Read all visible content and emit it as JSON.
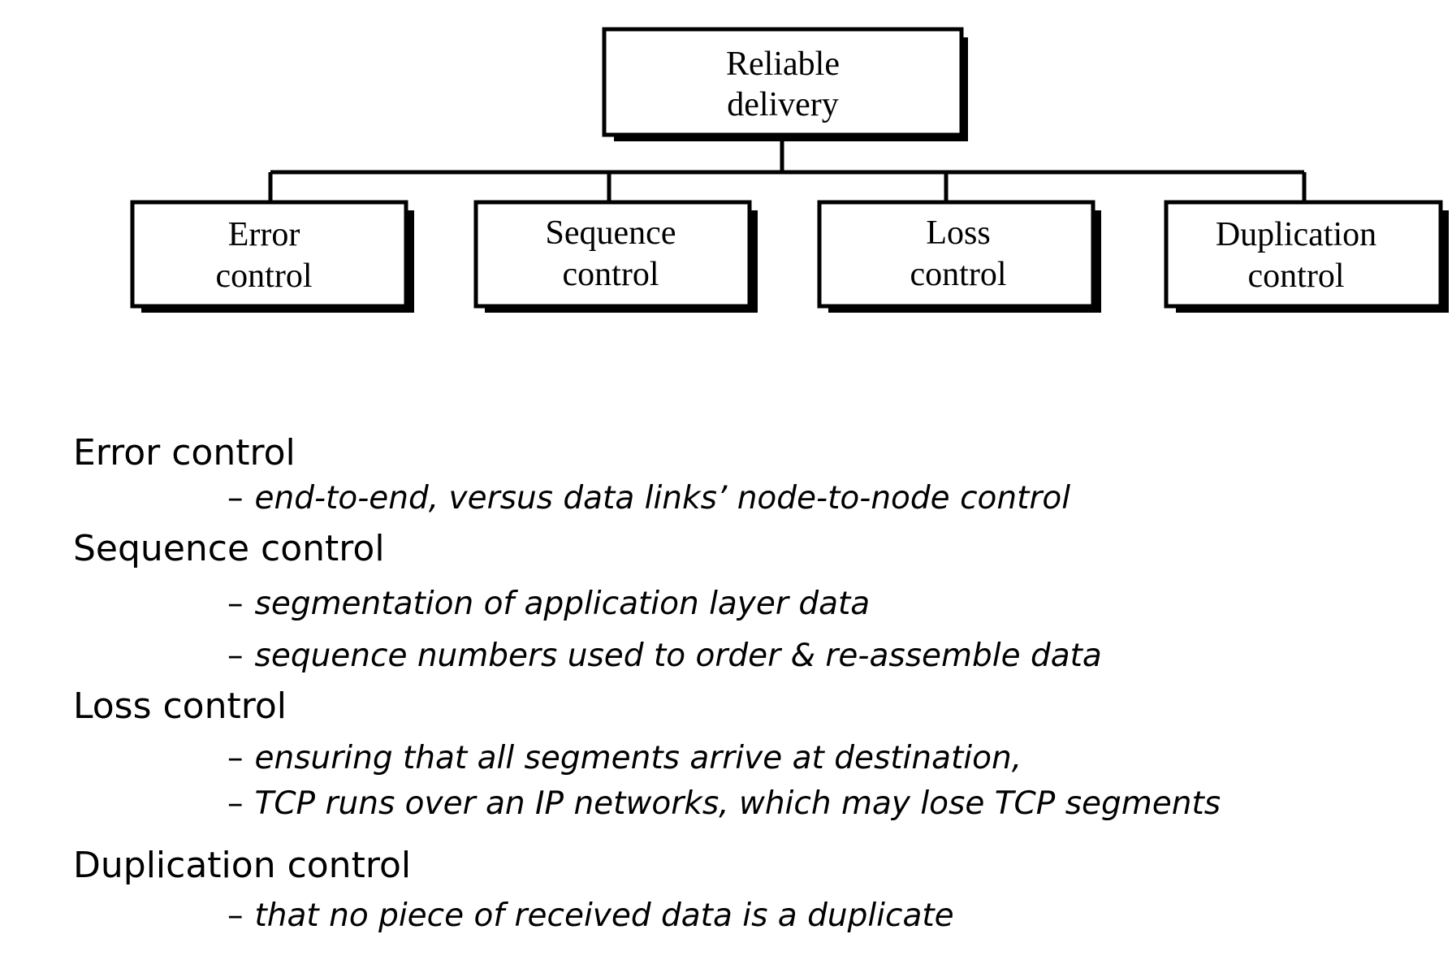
{
  "diagram": {
    "root": {
      "line1": "Reliable",
      "line2": "delivery"
    },
    "children": [
      {
        "line1": "Error",
        "line2": "control"
      },
      {
        "line1": "Sequence",
        "line2": "control"
      },
      {
        "line1": "Loss",
        "line2": "control"
      },
      {
        "line1": "Duplication",
        "line2": "control"
      }
    ]
  },
  "notes": [
    {
      "heading": "Error control",
      "points": [
        "end-to-end, versus data links’ node-to-node control"
      ]
    },
    {
      "heading": "Sequence control",
      "points": [
        "segmentation of application layer data",
        "sequence numbers used to order & re-assemble data"
      ]
    },
    {
      "heading": "Loss control",
      "points": [
        "ensuring that all segments arrive at destination,",
        "TCP runs over an IP networks, which may lose TCP segments"
      ]
    },
    {
      "heading": "Duplication control",
      "points": [
        "that no piece of received data is a duplicate"
      ]
    }
  ],
  "bullet": "–"
}
